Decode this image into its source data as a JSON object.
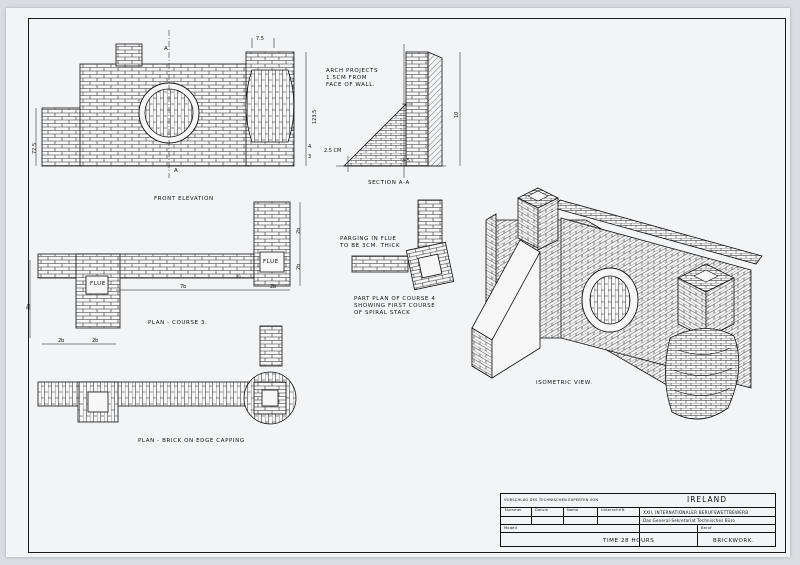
{
  "labels": {
    "front_elevation": "FRONT ELEVATION",
    "section_aa": "SECTION A-A",
    "arch_note": "ARCH PROJECTS\n1.5CM FROM\nFACE OF WALL.",
    "plan_course": "PLAN - COURSE 3.",
    "plan_capping": "PLAN - BRICK ON EDGE CAPPING",
    "parging_note": "PARGING IN FLUE\nTO BE 3CM. THICK",
    "part_plan_note": "PART PLAN OF COURSE 4\nSHOWING FIRST COURSE\nOF SPIRAL STACK",
    "isometric": "ISOMETRIC VIEW.",
    "flue_1": "FLUE",
    "flue_2": "FLUE",
    "section_a_top": "A",
    "section_a_bottom": "A"
  },
  "dimensions": {
    "d_72_5": "72.5",
    "d_123_5": "123.5",
    "d_7_5": "7.5",
    "d_2_5cm": "2.5 CM",
    "d_4": "4",
    "d_3": "3",
    "d_10": "10",
    "d_3b": "3.5",
    "d_2b_a": "2b",
    "d_2b_b": "2b",
    "d_2b_c": "2b",
    "d_2b_d": "2b",
    "d_2b_e": "2b",
    "d_7b": "7b",
    "d_3b_side": "3b",
    "d_1_2": "½"
  },
  "title_block": {
    "header": "VORSCHLAG DES TECHNISCHEN EXPERTEN VON",
    "country": "IRELAND",
    "competition": "XXII. INTERNATIONALER BERUFSWETTBEWERB",
    "office": "Das General-Sekretariat Technisches Büro",
    "col_1": "Nummer",
    "col_2": "Datum",
    "col_3": "Name",
    "col_4": "Unterschrift",
    "time_label": "Modell",
    "time": "TIME 28 HOURS",
    "trade_label": "Beruf",
    "trade": "BRICKWORK."
  },
  "colors": {
    "paper": "#f3f4f6",
    "ink": "#111111",
    "background": "#d9dde2"
  }
}
